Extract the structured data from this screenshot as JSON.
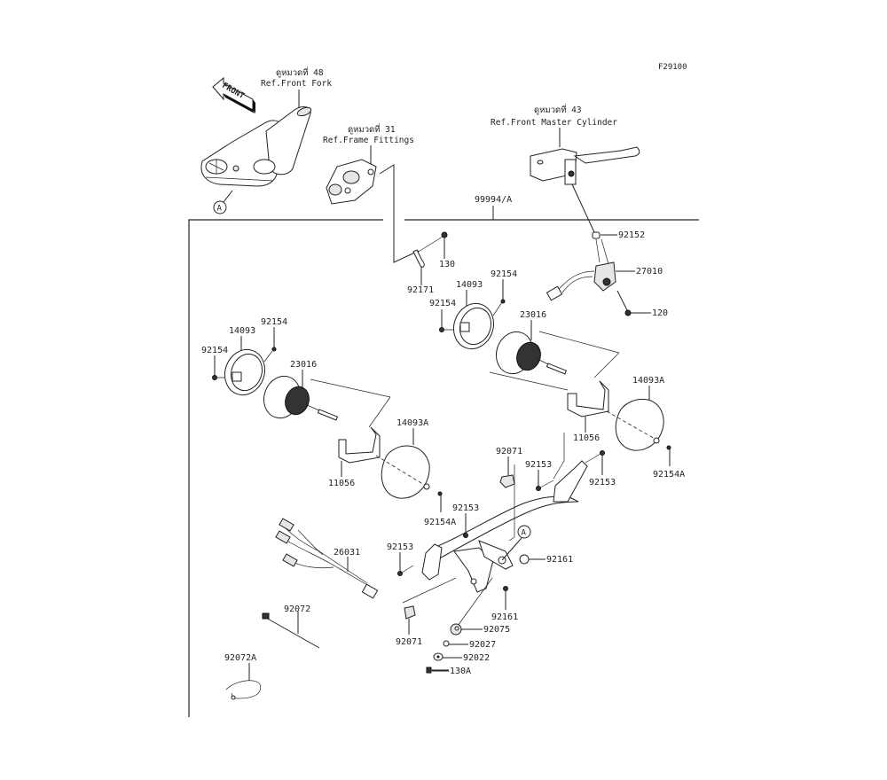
{
  "diagram": {
    "figure_code": "F29100",
    "references": [
      {
        "id": "ref-front-fork",
        "thai": "ดูหมวดที่ 48",
        "english": "Ref.Front Fork"
      },
      {
        "id": "ref-frame-fittings",
        "thai": "ดูหมวดที่ 31",
        "english": "Ref.Frame Fittings"
      },
      {
        "id": "ref-front-master-cylinder",
        "thai": "ดูหมวดที่ 43",
        "english": "Ref.Front Master Cylinder"
      }
    ],
    "front_arrow_label": "FRONT",
    "callout_marker": "A",
    "parts": [
      {
        "number": "99994/A"
      },
      {
        "number": "92152"
      },
      {
        "number": "27010"
      },
      {
        "number": "120"
      },
      {
        "number": "130"
      },
      {
        "number": "92171"
      },
      {
        "number": "14093"
      },
      {
        "number": "92154"
      },
      {
        "number": "92154"
      },
      {
        "number": "23016"
      },
      {
        "number": "14093"
      },
      {
        "number": "92154"
      },
      {
        "number": "92154"
      },
      {
        "number": "23016"
      },
      {
        "number": "14093A"
      },
      {
        "number": "11056"
      },
      {
        "number": "92154A"
      },
      {
        "number": "14093A"
      },
      {
        "number": "11056"
      },
      {
        "number": "92154A"
      },
      {
        "number": "92071"
      },
      {
        "number": "92153"
      },
      {
        "number": "92153"
      },
      {
        "number": "92153"
      },
      {
        "number": "92153"
      },
      {
        "number": "92161"
      },
      {
        "number": "92161"
      },
      {
        "number": "92075"
      },
      {
        "number": "92027"
      },
      {
        "number": "92022"
      },
      {
        "number": "130A"
      },
      {
        "number": "92071"
      },
      {
        "number": "26031"
      },
      {
        "number": "92072"
      },
      {
        "number": "92072A"
      }
    ]
  }
}
